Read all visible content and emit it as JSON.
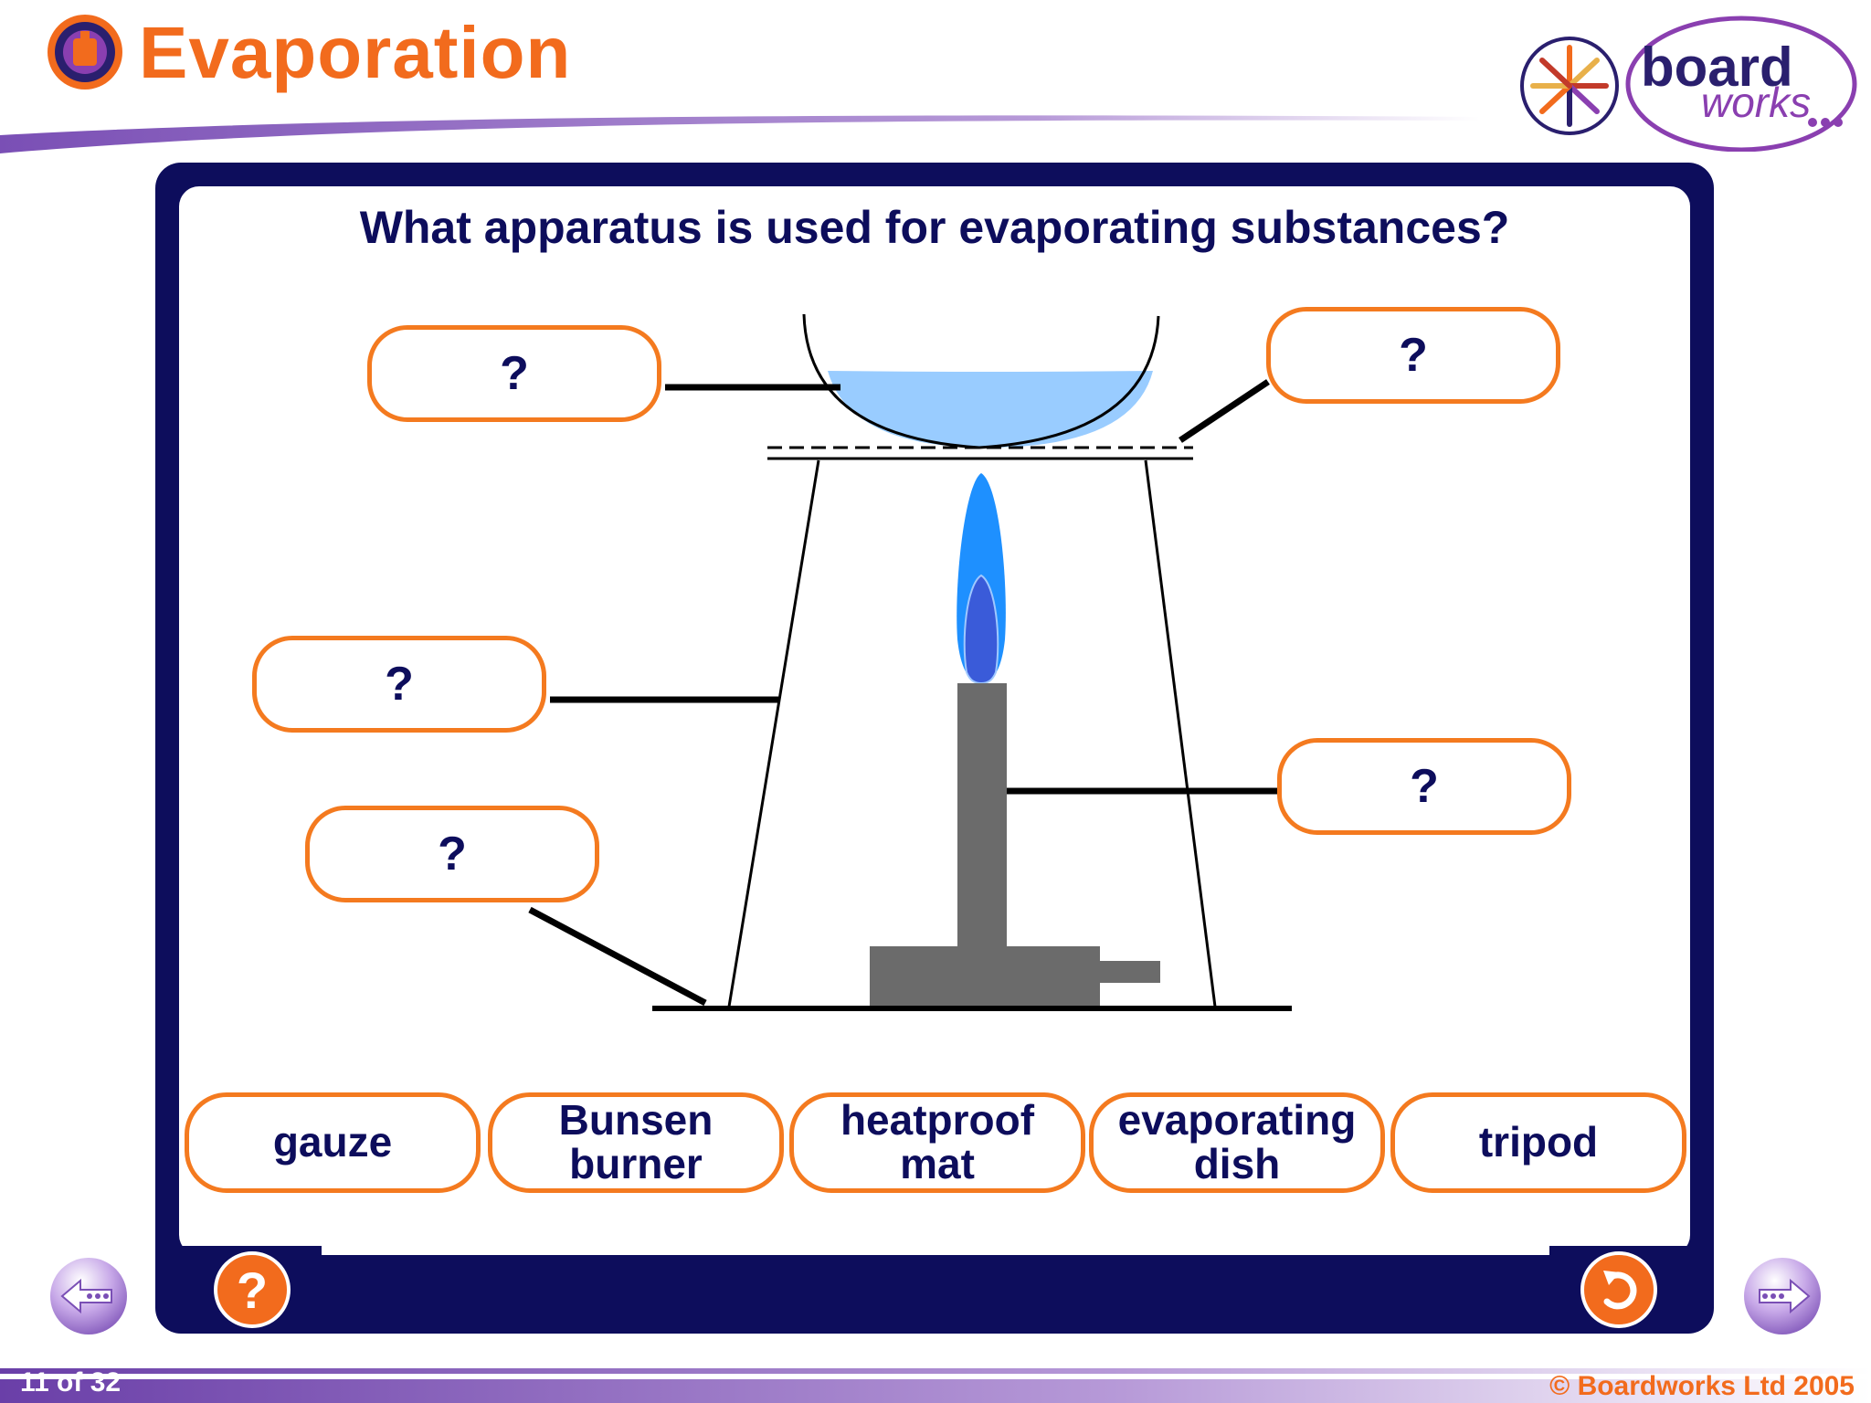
{
  "header": {
    "title": "Evaporation",
    "logo_text_top": "board",
    "logo_text_bottom": "works"
  },
  "activity": {
    "question": "What apparatus is used for evaporating substances?",
    "label_placeholders": [
      "?",
      "?",
      "?",
      "?",
      "?"
    ],
    "answers": [
      {
        "line1": "gauze",
        "line2": ""
      },
      {
        "line1": "Bunsen",
        "line2": "burner"
      },
      {
        "line1": "heatproof",
        "line2": "mat"
      },
      {
        "line1": "evaporating",
        "line2": "dish"
      },
      {
        "line1": "tripod",
        "line2": ""
      }
    ],
    "help_label": "?",
    "reset_icon": "undo-arrow-icon"
  },
  "footer": {
    "page": "11 of 32",
    "copyright": "© Boardworks Ltd 2005"
  },
  "colors": {
    "accent_orange": "#f26b1d",
    "frame_navy": "#0d0d5c",
    "header_purple": "#7a4fb5",
    "liquid_blue": "#99ccff",
    "flame_outer": "#1e90ff",
    "flame_inner": "#3a5bd9",
    "burner_grey": "#6b6b6b"
  }
}
